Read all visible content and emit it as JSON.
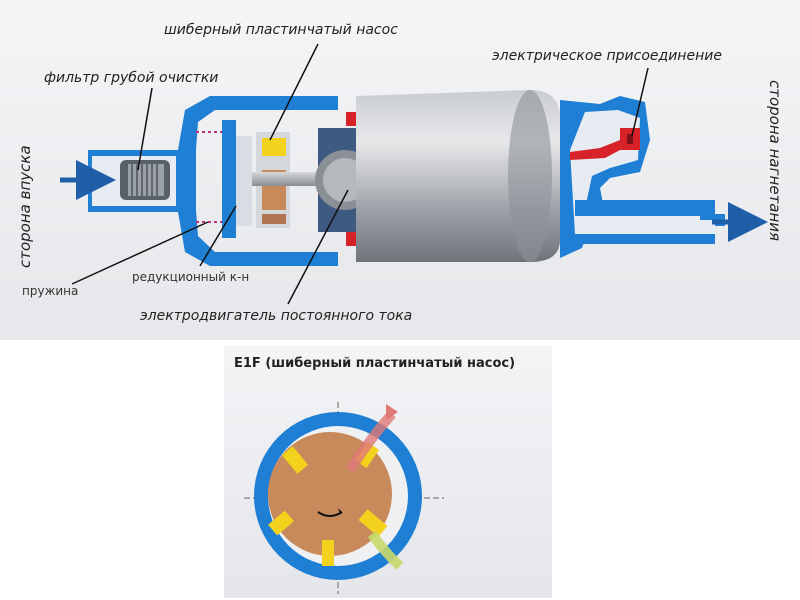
{
  "labels": {
    "vane_pump": "шиберный пластинчатый насос",
    "coarse_filter": "фильтр грубой очистки",
    "electrical_connection": "электрическое присоединение",
    "inlet_side": "сторона впуска",
    "outlet_side": "сторона нагнетания",
    "spring": "пружина",
    "reducing_valve": "редукционный к-н",
    "dc_motor": "электродвигатель постоянного тока"
  },
  "detail": {
    "title": "E1F (шиберный пластинчатый насос)"
  },
  "colors": {
    "housing_blue": "#1e7fd4",
    "housing_dark": "#1565b5",
    "motor_gray": "#9ea2a8",
    "rotor_brown": "#c88a5a",
    "vane_yellow": "#f2d21c",
    "magnet_red": "#d8222a",
    "flow_arrow": "#1f5fa8"
  }
}
